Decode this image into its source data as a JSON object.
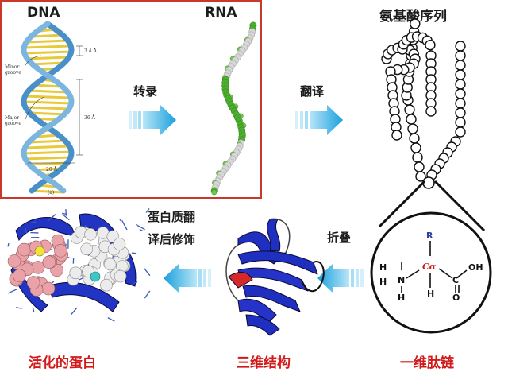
{
  "stage_labels": {
    "dna": "DNA",
    "rna": "RNA",
    "amino_acid_sequence": "氨基酸序列",
    "primary_peptide": "一维肽链",
    "tertiary_structure": "三维结构",
    "active_protein": "活化的蛋白"
  },
  "process_labels": {
    "transcription": "转录",
    "translation": "翻译",
    "folding": "折叠",
    "ptm_line1": "蛋白质翻",
    "ptm_line2": "译后修饰"
  },
  "dna_annotations": {
    "pitch": "3.4 Å",
    "minor": "Minor",
    "groove1": "groove",
    "major": "Major",
    "groove2": "groove",
    "turn": "36 Å",
    "width": "20 Å",
    "panel": "(a)"
  },
  "amino_acid": {
    "r_group": "R",
    "alpha_carbon": "Cα",
    "h_top": "H",
    "n": "N",
    "h_n": "H",
    "h_bottom": "H",
    "h_ca": "H",
    "c": "C",
    "oh": "OH",
    "o": "O"
  },
  "colors": {
    "border_red": "#c8392b",
    "arrow_blue": "#2aa9e0",
    "label_red": "#d21a1a",
    "ribbon_blue": "#1f2fbf",
    "rna_green": "#4caf2e"
  }
}
